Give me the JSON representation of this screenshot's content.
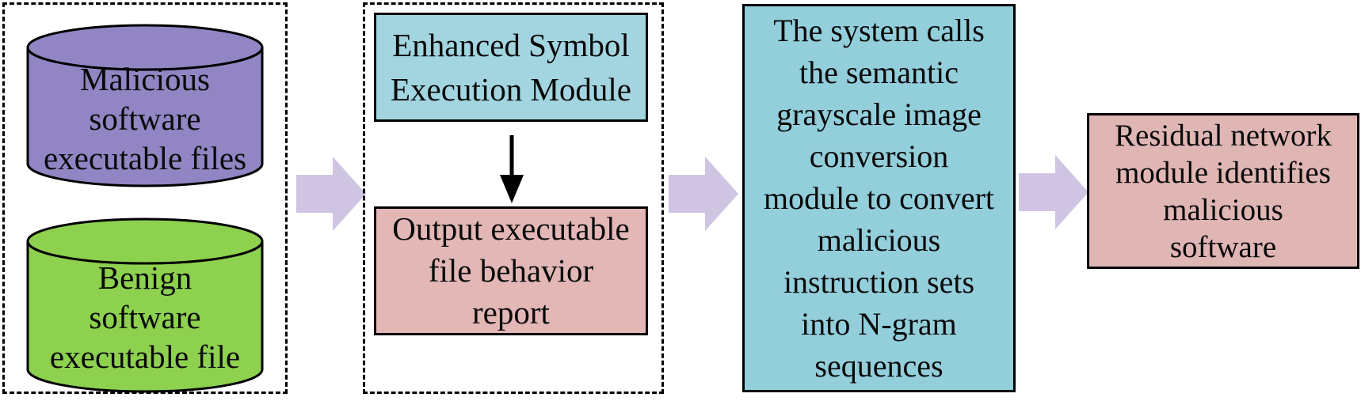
{
  "colors": {
    "malicious_cylinder": "#9285C3",
    "benign_cylinder": "#8DD14F",
    "module_box": "#A3D5E0",
    "conversion_box": "#93CEDB",
    "report_box": "#E2B7B6",
    "result_box": "#E0B6B5",
    "arrow": "#CFC5E2",
    "outline": "#000000"
  },
  "nodes": {
    "malicious_db": {
      "label": "Malicious\nsoftware\nexecutable files"
    },
    "benign_db": {
      "label": "Benign\nsoftware\nexecutable file"
    },
    "enhanced_symbol_module": {
      "label": "Enhanced Symbol\nExecution Module"
    },
    "behavior_report": {
      "label": "Output executable\nfile behavior\nreport"
    },
    "conversion": {
      "label": "The system calls\nthe semantic\ngrayscale image\nconversion\nmodule to convert\nmalicious\ninstruction sets\ninto N-gram\nsequences"
    },
    "result": {
      "label": "Residual network\nmodule identifies\nmalicious\nsoftware"
    }
  }
}
